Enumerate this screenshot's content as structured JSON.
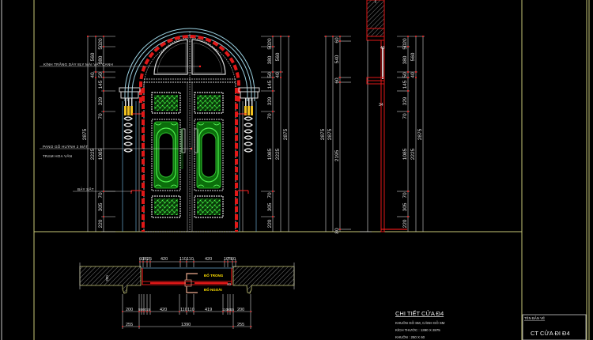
{
  "drawing": {
    "colors": {
      "background": "#000000",
      "frame": "#c8c878",
      "dimension": "#e0e0e0",
      "dim_tick": "#ff3030",
      "arch": "#9ad0e0",
      "door_red": "#ff2020",
      "panel_green": "#20c020",
      "capital_yellow": "#f0c020",
      "hatch": "#a0a0a0"
    },
    "elevation": {
      "callouts": [
        {
          "id": "glass",
          "text": "KÍNH TRẮNG DÀY 8LY MÀI VÁT CẠNH"
        },
        {
          "id": "panel",
          "text": "PANO GỖ HUỲNH 2 MẶT"
        },
        {
          "id": "carving",
          "text": "TRẠM HOA VĂN"
        },
        {
          "id": "latch",
          "text": "BẢY SẮT"
        }
      ],
      "left_dims": {
        "inner": [
          "20",
          "50",
          "380",
          "50",
          "145",
          "329",
          "70",
          "1085",
          "70",
          "305",
          "220"
        ],
        "middle": [
          "560",
          "40",
          "2225"
        ],
        "outer": "2875"
      },
      "right_dims": {
        "inner": [
          "20",
          "50",
          "380",
          "50",
          "145",
          "329",
          "70",
          "1085",
          "70",
          "305",
          "220"
        ],
        "middle": [
          "560",
          "40",
          "2225"
        ],
        "outer": "2875"
      }
    },
    "section": {
      "left_dims": {
        "inner": [
          "60",
          "540",
          "60",
          "2195",
          "80"
        ],
        "middle": "2875",
        "outer": "2875"
      },
      "right_dims": {
        "inner": [
          "20",
          "50",
          "380",
          "50",
          "145",
          "329",
          "70",
          "1085",
          "70",
          "305",
          "220"
        ],
        "middle": [
          "560",
          "40",
          "2225"
        ],
        "outer": "2875"
      },
      "mid_labels": [
        "40",
        "34"
      ]
    },
    "plan": {
      "top_dims": [
        "60",
        "85",
        "25",
        "420",
        "110",
        "110",
        "420",
        "10",
        "75",
        "60"
      ],
      "bottom_dims": [
        "200",
        "55",
        "60",
        "15",
        "420",
        "110",
        "110",
        "419",
        "110",
        "60",
        "15",
        "200"
      ],
      "total_dims": [
        "255",
        "1390",
        "255"
      ],
      "wall_dim": "200",
      "door_leaf_label": "40",
      "labels": [
        "ĐỐ TRONG",
        "ĐỐ NGOÀI"
      ]
    },
    "notes": {
      "title": "CHI TIẾT CỬA Đ4",
      "lines": [
        "KHUÔN GỖ SM, CÁNH GỖ SM",
        "KÍCH THƯỚC : 1390 X 2875",
        "KHUÔN : 250 X 60"
      ]
    },
    "title_block": {
      "label": "TÊN BẢN VẼ",
      "name": "CT CỬA ĐI Đ4"
    }
  }
}
